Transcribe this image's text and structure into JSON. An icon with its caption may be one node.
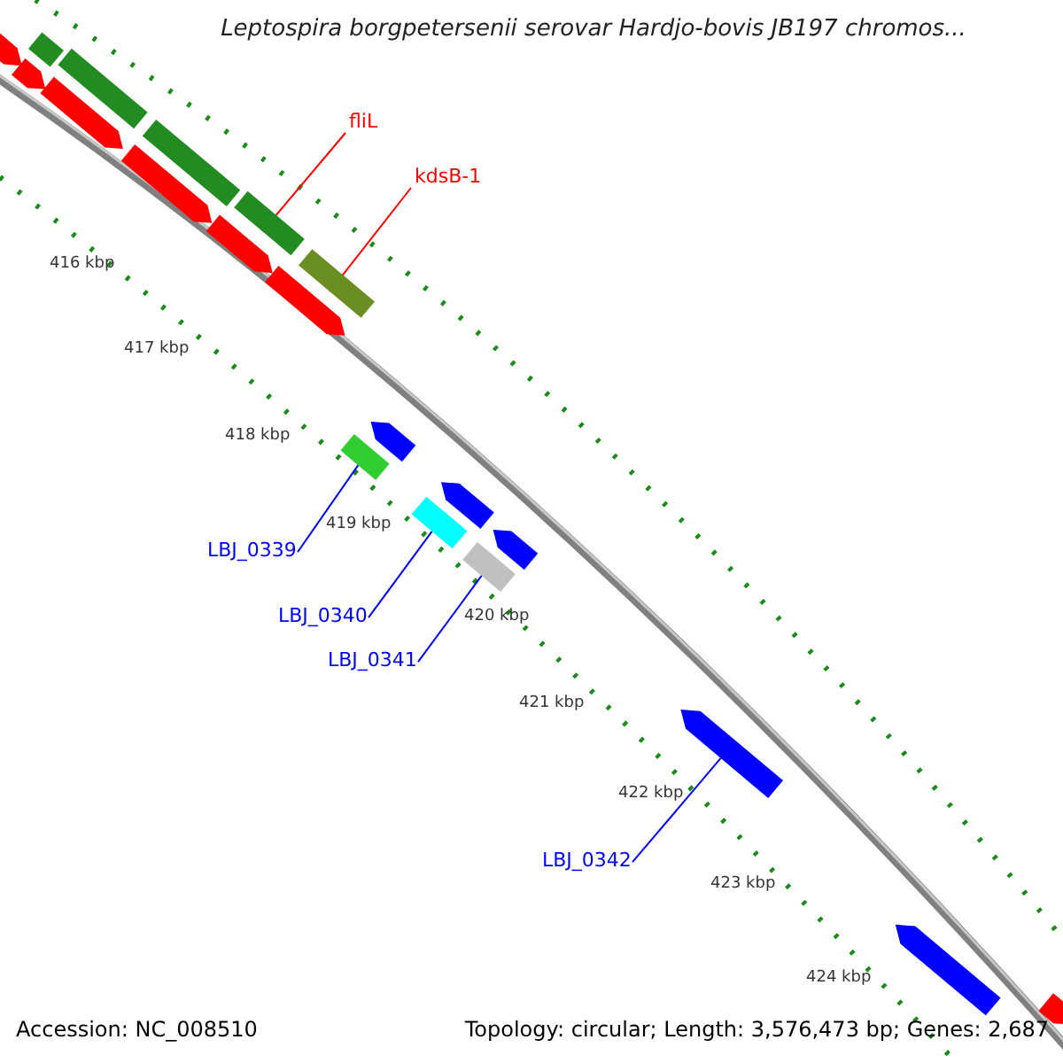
{
  "diagram": {
    "title": "Leptospira borgpetersenii serovar Hardjo-bovis JB197 chromos...",
    "nodes": [
      {
        "text": [],
        "shape": "arrow"
      },
      {
        "text": [],
        "shape": "bar"
      },
      {
        "text": [],
        "shape": "arrow"
      },
      {
        "text": [],
        "shape": "bar"
      },
      {
        "text": [],
        "shape": "arrow"
      },
      {
        "text": [
          "fliL"
        ]
      },
      {
        "text": [],
        "shape": "bar"
      },
      {
        "text": [
          "kdsB-1"
        ]
      },
      {
        "text": [],
        "shape": "arrow"
      },
      {
        "text": [],
        "shape": "bar"
      },
      {
        "text": [],
        "shape": "arrow"
      },
      {
        "text": [],
        "shape": "bar"
      },
      {
        "text": [],
        "shape": "arrow"
      },
      {
        "text": [],
        "shape": "arrow"
      },
      {
        "text": [],
        "shape": "bar"
      },
      {
        "text": [],
        "shape": "arrow"
      },
      {
        "text": [],
        "shape": "bar"
      },
      {
        "text": [
          "LBJ_0339"
        ]
      },
      {
        "text": [],
        "shape": "arrow"
      },
      {
        "text": [],
        "shape": "bar"
      },
      {
        "text": [
          "LBJ_0340"
        ]
      },
      {
        "text": [
          "LBJ_0341"
        ]
      },
      {
        "text": [],
        "shape": "arrow"
      },
      {
        "text": [
          "LBJ_0342"
        ]
      },
      {
        "text": [],
        "shape": "arrow"
      },
      {
        "text": [],
        "shape": "arrow"
      }
    ],
    "edges": [
      {
        "from": 5,
        "to": 9,
        "arrow": "none",
        "color": "#ff0000"
      },
      {
        "from": 7,
        "to": 11,
        "arrow": "none",
        "color": "#ff0000"
      },
      {
        "from": 17,
        "to": 14,
        "arrow": "none"
      },
      {
        "from": 20,
        "to": 16,
        "arrow": "none"
      },
      {
        "from": 21,
        "to": 19,
        "arrow": "none"
      },
      {
        "from": 23,
        "to": 22,
        "arrow": "none"
      }
    ],
    "labels": [
      "416 kbp",
      "417 kbp",
      "418 kbp",
      "419 kbp",
      "420 kbp",
      "421 kbp",
      "422 kbp",
      "423 kbp",
      "424 kbp",
      "Accession: NC_008510",
      "Topology: circular; Length: 3,576,473 bp; Genes: 2,687"
    ]
  }
}
